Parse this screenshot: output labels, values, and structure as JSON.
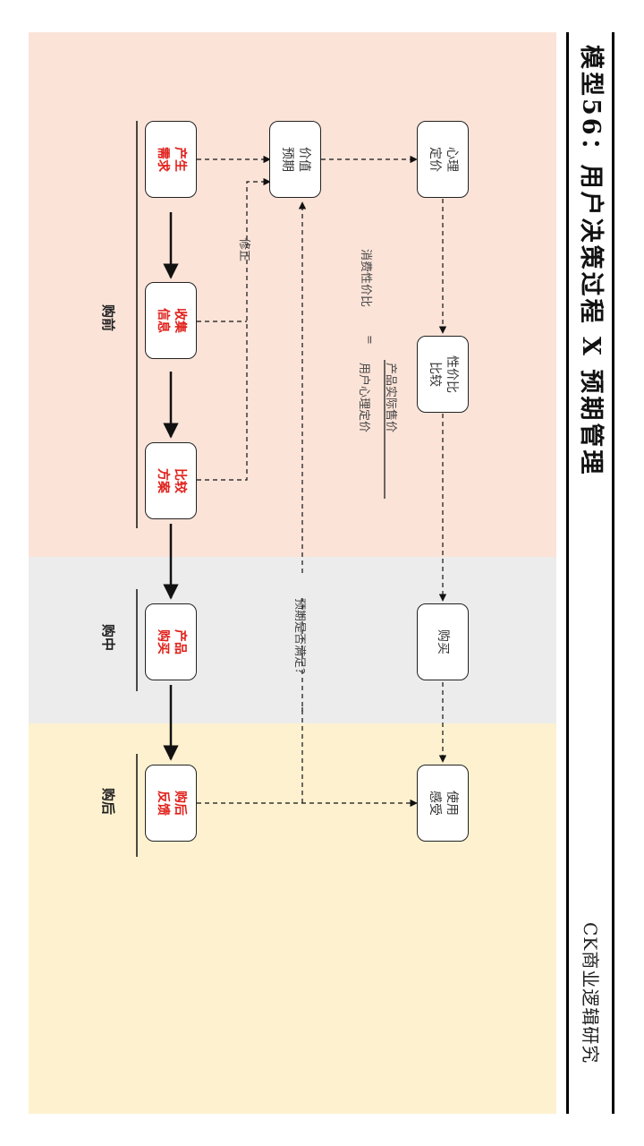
{
  "title": "模型56：用户决策过程 X 预期管理",
  "brand": "CK商业逻辑研究",
  "colors": {
    "pre_purchase_band": "#fbe3d8",
    "in_purchase_band": "#ececec",
    "post_purchase_band": "#fdf1cf",
    "user_step_text": "#e0201a",
    "mental_step_text": "#333333"
  },
  "stages": [
    {
      "id": "pre",
      "label": "购前"
    },
    {
      "id": "mid",
      "label": "购中"
    },
    {
      "id": "post",
      "label": "购后"
    }
  ],
  "user_steps": [
    {
      "id": "need",
      "label": "产生\n需求"
    },
    {
      "id": "collect",
      "label": "收集\n信息"
    },
    {
      "id": "compare",
      "label": "比较\n方案"
    },
    {
      "id": "buy_product",
      "label": "产品\n购买"
    },
    {
      "id": "feedback",
      "label": "购后\n反馈"
    }
  ],
  "mental_steps": [
    {
      "id": "value_expectation",
      "label": "价值\n预期"
    },
    {
      "id": "mental_pricing",
      "label": "心理\n定价"
    },
    {
      "id": "value_compare",
      "label": "性价比\n比较"
    },
    {
      "id": "purchase",
      "label": "购买"
    },
    {
      "id": "experience",
      "label": "使用\n感受"
    }
  ],
  "annotations": {
    "correction": "修正",
    "expectation_met": "预期是否满足？",
    "formula_lhs": "消费性价比",
    "formula_eq": "=",
    "formula_numerator": "产品实际售价",
    "formula_denominator": "用户心理定价"
  }
}
